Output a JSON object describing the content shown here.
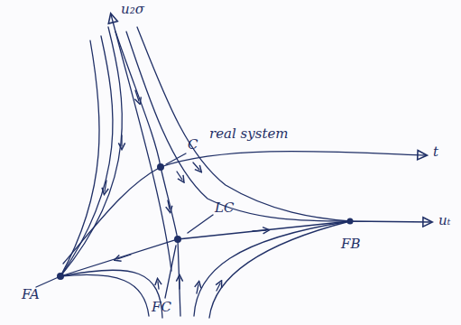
{
  "diagram": {
    "labels": [
      "u₂σ",
      "C",
      "real system",
      "t",
      "LC",
      "uₜ",
      "FB",
      "FA",
      "FC"
    ]
  }
}
